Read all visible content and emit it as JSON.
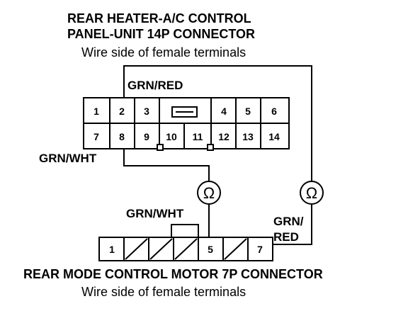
{
  "top_connector": {
    "title_line1": "REAR HEATER-A/C CONTROL",
    "title_line2": "PANEL-UNIT 14P CONNECTOR",
    "subtitle": "Wire side of female terminals",
    "pins_row1": [
      "1",
      "2",
      "3",
      "",
      "4",
      "5",
      "6"
    ],
    "pins_row2": [
      "7",
      "8",
      "9",
      "10",
      "11",
      "12",
      "13",
      "14"
    ]
  },
  "bottom_connector": {
    "title": "REAR MODE CONTROL MOTOR 7P CONNECTOR",
    "subtitle": "Wire side of female terminals",
    "pins": [
      "1",
      "",
      "",
      "",
      "5",
      "",
      "7"
    ]
  },
  "wires": {
    "grn_red_top": "GRN/RED",
    "grn_wht_left": "GRN/WHT",
    "grn_wht_bottom": "GRN/WHT",
    "grn_red_right_line1": "GRN/",
    "grn_red_right_line2": "RED"
  },
  "meters": {
    "symbol": "Ω",
    "icon": "ohmmeter-icon"
  }
}
